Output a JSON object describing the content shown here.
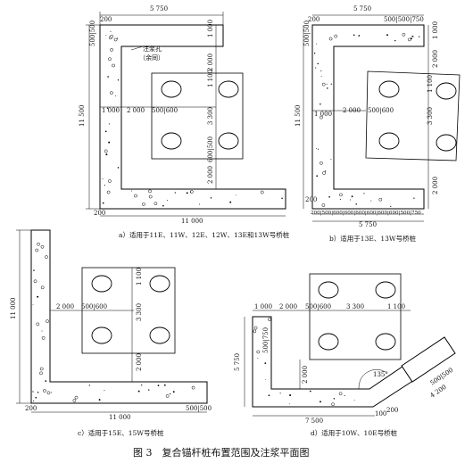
{
  "figure_title": "图 3　复合锚杆桩布置范围及注浆平面图",
  "panels": {
    "a": {
      "caption": "a）适用于11E、11W、12E、12W、13E和13W号桥桩",
      "dims": {
        "top_width": "5 750",
        "bottom_width": "11 000",
        "left_height": "11 500",
        "d200_top": "200",
        "d500_500": "500|500",
        "d200_bottom": "200",
        "d2000_left": "2 000",
        "d500_600": "500|600",
        "d1000_top_right": "1 000",
        "d2000_right": "2 000",
        "d1100": "1 100",
        "d3300": "3 300",
        "d500_600_v": "600|500",
        "d2000_right_low": "2 000",
        "d1000_left": "1 000"
      },
      "annotation_label": "注浆孔",
      "annotation_sub": "（余同）"
    },
    "b": {
      "caption": "b）适用于13E、13W号桥桩",
      "dims": {
        "top_width": "5 750",
        "top_segments": "500|500|750",
        "left_height": "11 500",
        "d200_a": "200",
        "d500_500": "500|500",
        "d1000": "1 000",
        "d2000": "2 000",
        "d500_600": "500|600",
        "d1100": "1 100",
        "d3300": "3 300",
        "d2000_low": "2 000",
        "d1000_left": "1 000",
        "bottom_segments": "200|500|600|600|600|600|600|600|500|750",
        "bottom_width": "5 750",
        "d200_bottom": "200",
        "d2000_right": "2 000"
      }
    },
    "c": {
      "caption": "c）适用于15E、15W号桥桩",
      "dims": {
        "left_height": "11 000",
        "d2000": "2 000",
        "d500_600": "500|600",
        "d1100": "1 100",
        "d3300": "3 300",
        "d2000_v": "2 000",
        "bottom_width": "11 000",
        "d200": "200",
        "d500_500": "500|500"
      }
    },
    "d": {
      "caption": "d）适用于10W、10E号桥桩",
      "dims": {
        "d1000": "1 000",
        "d2000": "2 000",
        "d500_600": "500|600",
        "d3300": "3 300",
        "d1100": "1 100",
        "left_height": "5 750",
        "d500_750": "500|750",
        "d2000_v": "2 000",
        "angle": "135°",
        "bottom_width": "7 500",
        "d100": "100",
        "d200": "200",
        "d500_500": "500|500",
        "diag_len": "4 200"
      }
    }
  }
}
